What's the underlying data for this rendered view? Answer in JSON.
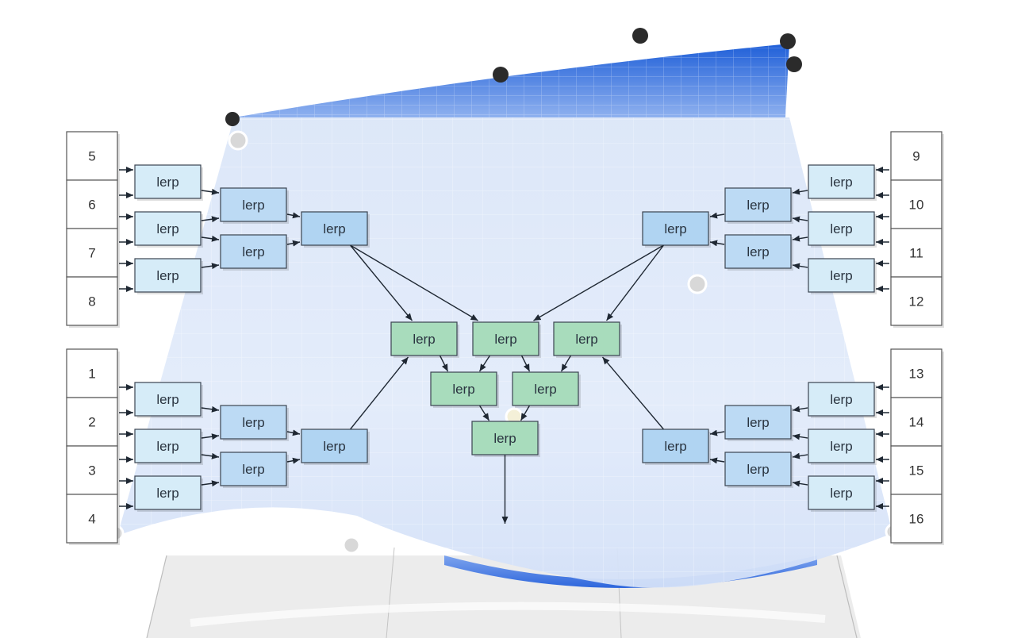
{
  "diagram": {
    "node_label": "lerp",
    "left_top_indices": [
      "5",
      "6",
      "7",
      "8"
    ],
    "left_bottom_indices": [
      "1",
      "2",
      "3",
      "4"
    ],
    "right_top_indices": [
      "9",
      "10",
      "11",
      "12"
    ],
    "right_bottom_indices": [
      "13",
      "14",
      "15",
      "16"
    ],
    "colors": {
      "surface_dark": "#2e6bdc",
      "surface_light": "#e3ecfa",
      "node_level1": "#d6ecf8",
      "node_level2": "#bcdaf4",
      "node_green": "#a8dcbc",
      "handle": "#2b2b2b"
    }
  }
}
